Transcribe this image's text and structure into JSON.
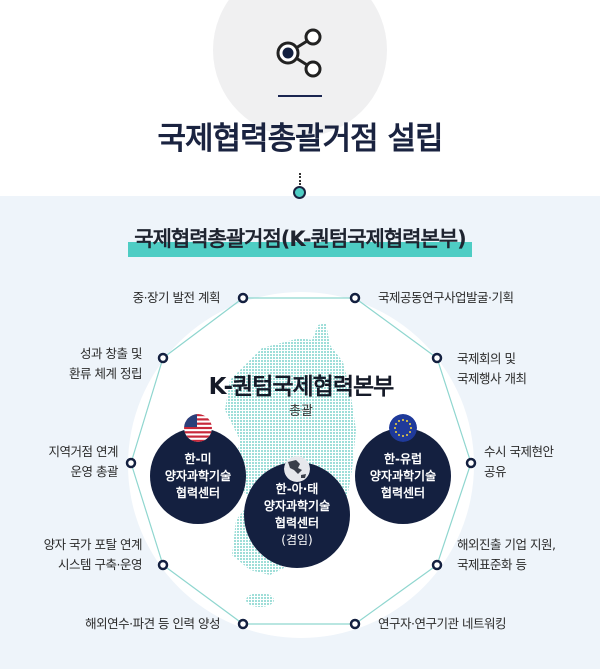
{
  "header": {
    "icon": "share-network-icon",
    "title": "국제협력총괄거점 설립"
  },
  "section": {
    "subtitle": "국제협력총괄거점(K-퀀텀국제협력본부)",
    "accent_color": "#4ecdc4",
    "navy_color": "#142040"
  },
  "hub": {
    "title": "K-퀀텀국제협력본부",
    "role": "총괄"
  },
  "centers": [
    {
      "flag": "usa-flag-icon",
      "lines": [
        "한-미",
        "양자과학기술",
        "협력센터"
      ]
    },
    {
      "flag": "globe-asia-pacific-icon",
      "lines": [
        "한-아·태",
        "양자과학기술",
        "협력센터",
        "(겸임)"
      ]
    },
    {
      "flag": "eu-flag-icon",
      "lines": [
        "한-유럽",
        "양자과학기술",
        "협력센터"
      ]
    }
  ],
  "functions": {
    "left": [
      {
        "lines": [
          "중·장기 발전 계획"
        ]
      },
      {
        "lines": [
          "성과 창출 및",
          "환류 체계 정립"
        ]
      },
      {
        "lines": [
          "지역거점 연계",
          "운영 총괄"
        ]
      },
      {
        "lines": [
          "양자 국가 포탈 연계",
          "시스템 구축·운영"
        ]
      },
      {
        "lines": [
          "해외연수·파견 등 인력 양성"
        ]
      }
    ],
    "right": [
      {
        "lines": [
          "국제공동연구사업발굴·기획"
        ]
      },
      {
        "lines": [
          "국제회의 및",
          "국제행사 개최"
        ]
      },
      {
        "lines": [
          "수시 국제현안",
          "공유"
        ]
      },
      {
        "lines": [
          "해외진출 기업 지원,",
          "국제표준화 등"
        ]
      },
      {
        "lines": [
          "연구자·연구기관 네트워킹"
        ]
      }
    ]
  }
}
